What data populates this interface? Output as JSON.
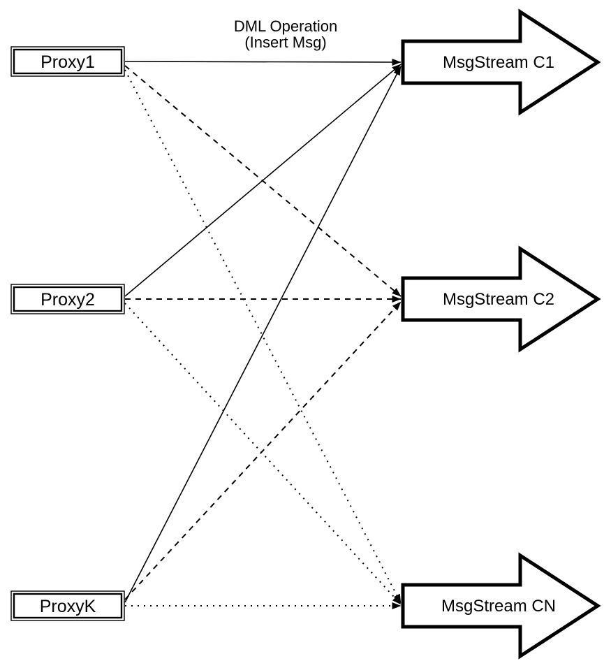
{
  "diagram": {
    "annotation": {
      "line1": "DML Operation",
      "line2": "(Insert Msg)"
    },
    "proxies": [
      {
        "label": "Proxy1"
      },
      {
        "label": "Proxy2"
      },
      {
        "label": "ProxyK"
      }
    ],
    "streams": [
      {
        "label": "MsgStream C1"
      },
      {
        "label": "MsgStream C2"
      },
      {
        "label": "MsgStream CN"
      }
    ],
    "connections": [
      {
        "from": "Proxy1",
        "to": "MsgStream C1",
        "style": "solid"
      },
      {
        "from": "Proxy2",
        "to": "MsgStream C1",
        "style": "solid"
      },
      {
        "from": "ProxyK",
        "to": "MsgStream C1",
        "style": "solid"
      },
      {
        "from": "Proxy1",
        "to": "MsgStream C2",
        "style": "dashed"
      },
      {
        "from": "Proxy2",
        "to": "MsgStream C2",
        "style": "dashed"
      },
      {
        "from": "ProxyK",
        "to": "MsgStream C2",
        "style": "dashed"
      },
      {
        "from": "Proxy1",
        "to": "MsgStream CN",
        "style": "dotted"
      },
      {
        "from": "Proxy2",
        "to": "MsgStream CN",
        "style": "dotted"
      },
      {
        "from": "ProxyK",
        "to": "MsgStream CN",
        "style": "dotted"
      }
    ],
    "colors": {
      "line": "#000000",
      "shape_fill": "#ffffff",
      "background": "#ffffff"
    }
  }
}
